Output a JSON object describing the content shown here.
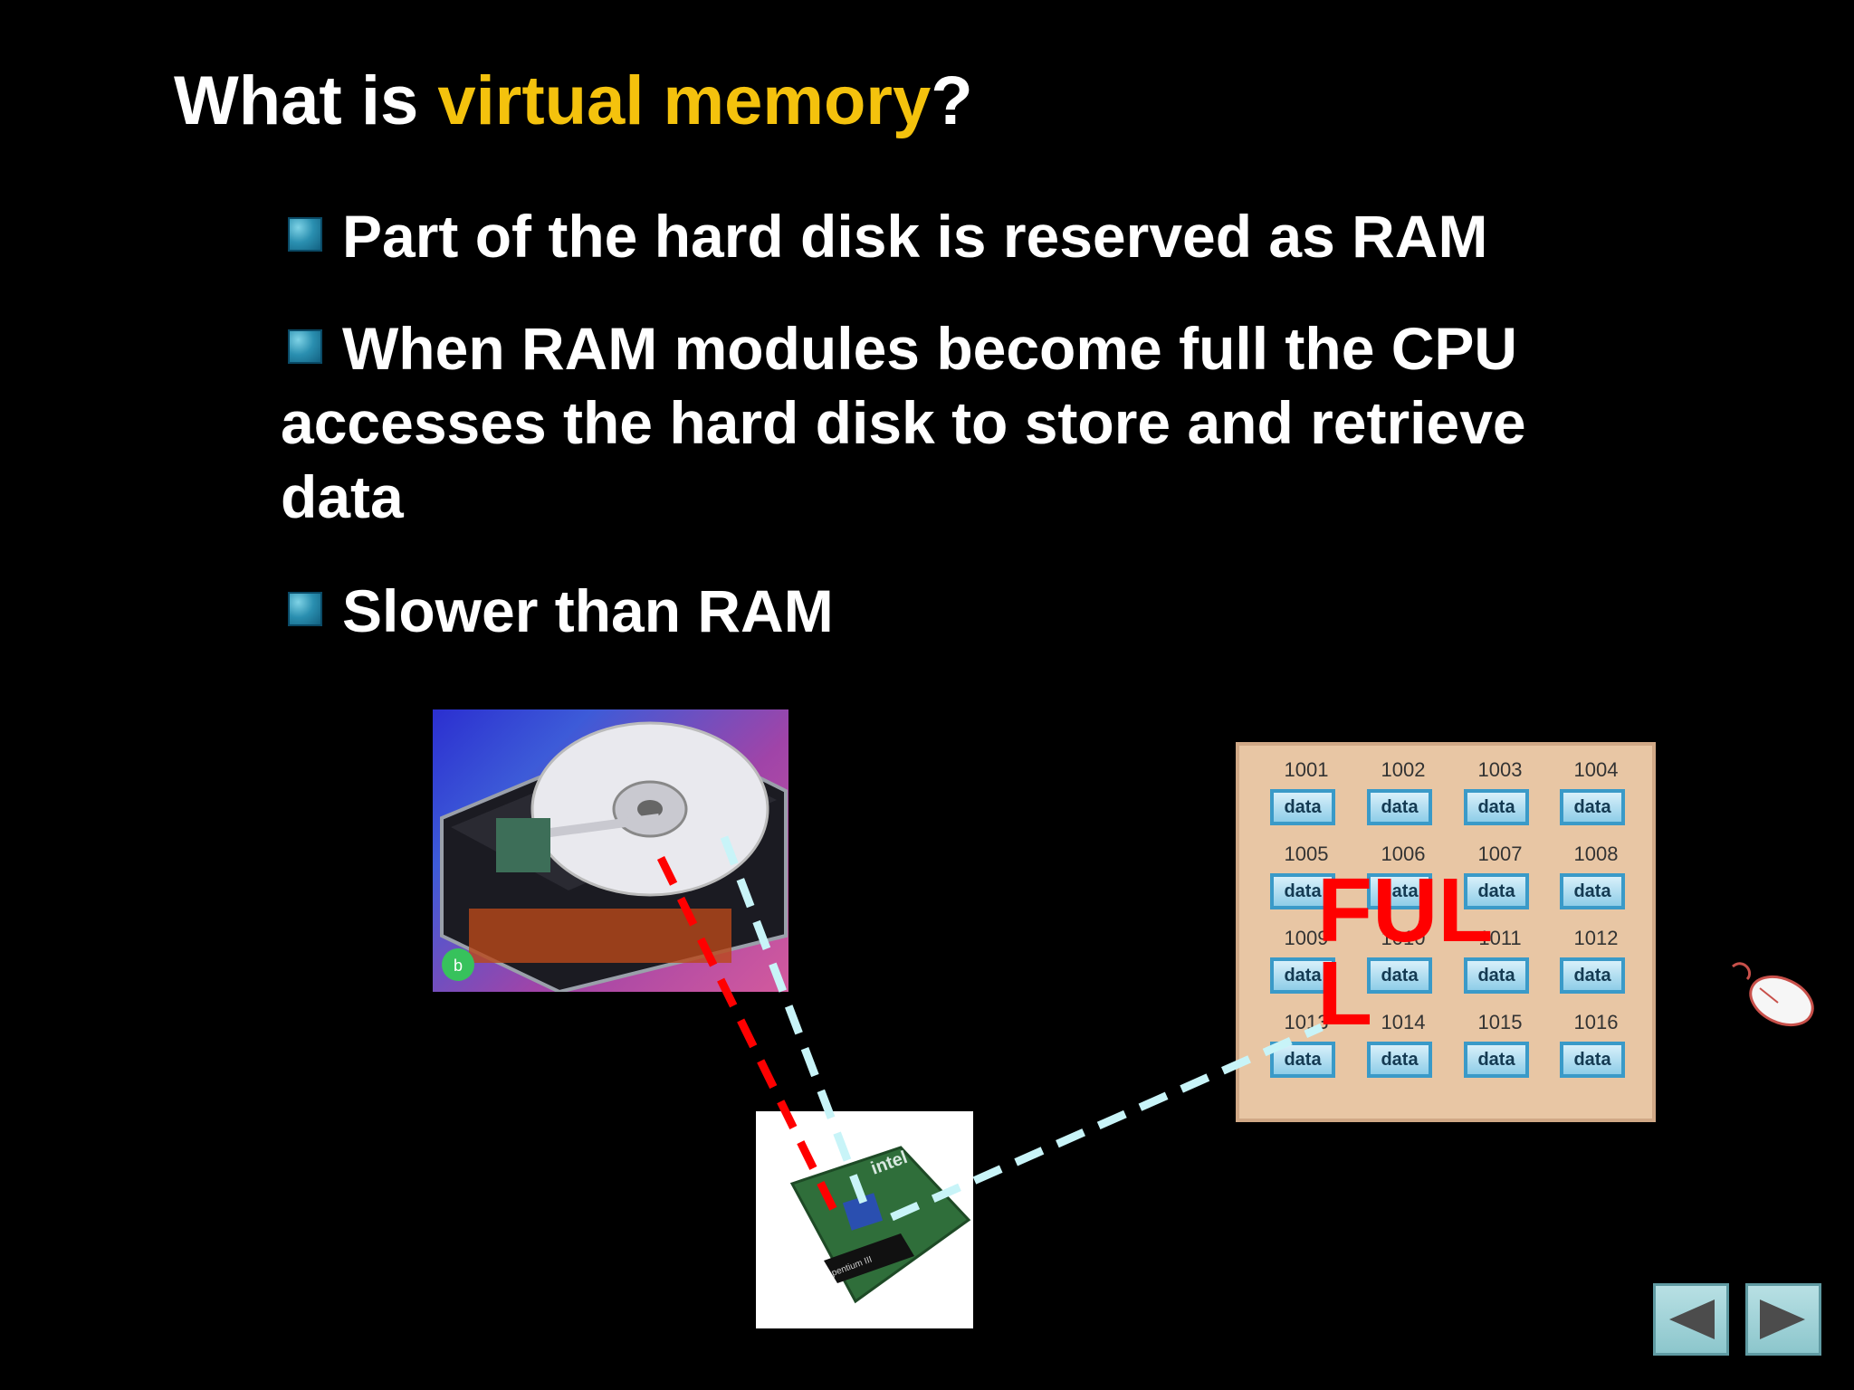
{
  "title": {
    "prefix": "What is ",
    "highlight": "virtual memory",
    "suffix": "?"
  },
  "bullets": [
    "Part of the hard disk is reserved  as RAM",
    "When RAM modules become full the CPU accesses the hard disk to store and retrieve data",
    "Slower than RAM"
  ],
  "ram": {
    "cells": [
      {
        "addr": "1001",
        "label": "data"
      },
      {
        "addr": "1002",
        "label": "data"
      },
      {
        "addr": "1003",
        "label": "data"
      },
      {
        "addr": "1004",
        "label": "data"
      },
      {
        "addr": "1005",
        "label": "data"
      },
      {
        "addr": "1006",
        "label": "data"
      },
      {
        "addr": "1007",
        "label": "data"
      },
      {
        "addr": "1008",
        "label": "data"
      },
      {
        "addr": "1009",
        "label": "data"
      },
      {
        "addr": "1010",
        "label": "data"
      },
      {
        "addr": "1011",
        "label": "data"
      },
      {
        "addr": "1012",
        "label": "data"
      },
      {
        "addr": "1013",
        "label": "data"
      },
      {
        "addr": "1014",
        "label": "data"
      },
      {
        "addr": "1015",
        "label": "data"
      },
      {
        "addr": "1016",
        "label": "data"
      }
    ],
    "full_line1": "FUL",
    "full_line2": "L"
  },
  "cpu": {
    "brand": "intel",
    "chip": "pentium III"
  },
  "colors": {
    "title_highlight": "#f4c20d",
    "disk_link": "#ff0000",
    "cpu_link": "#c8f4f8",
    "full_text": "#ff0000"
  },
  "icons": {
    "bullet": "square-bullet-icon",
    "mouse": "mouse-icon",
    "prev": "triangle-left-icon",
    "next": "triangle-right-icon"
  }
}
